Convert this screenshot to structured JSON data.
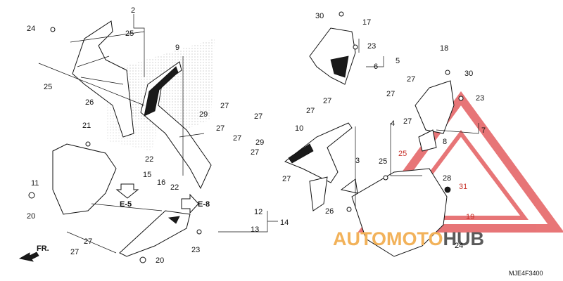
{
  "diagram": {
    "part_numbers": [
      "2",
      "24",
      "25",
      "9",
      "25",
      "26",
      "27",
      "29",
      "27",
      "27",
      "21",
      "22",
      "15",
      "16",
      "22",
      "11",
      "20",
      "27",
      "27",
      "20",
      "23",
      "12",
      "13",
      "14",
      "30",
      "17",
      "23",
      "5",
      "6",
      "27",
      "18",
      "30",
      "27",
      "23",
      "27",
      "7",
      "8",
      "27",
      "10",
      "27",
      "27",
      "4",
      "29",
      "27",
      "3",
      "25",
      "25",
      "27",
      "28",
      "31",
      "19",
      "26",
      "24"
    ],
    "section_refs": [
      "E-5",
      "E-8"
    ],
    "direction_label": "FR.",
    "diagram_code": "MJE4F3400"
  },
  "watermark": {
    "word_part1": "AUTO",
    "word_part2": "MOTO",
    "word_part3": "HUB",
    "color_orange": "#f2b25a",
    "color_gray": "#5a5a5a",
    "color_red": "#e0484a"
  }
}
